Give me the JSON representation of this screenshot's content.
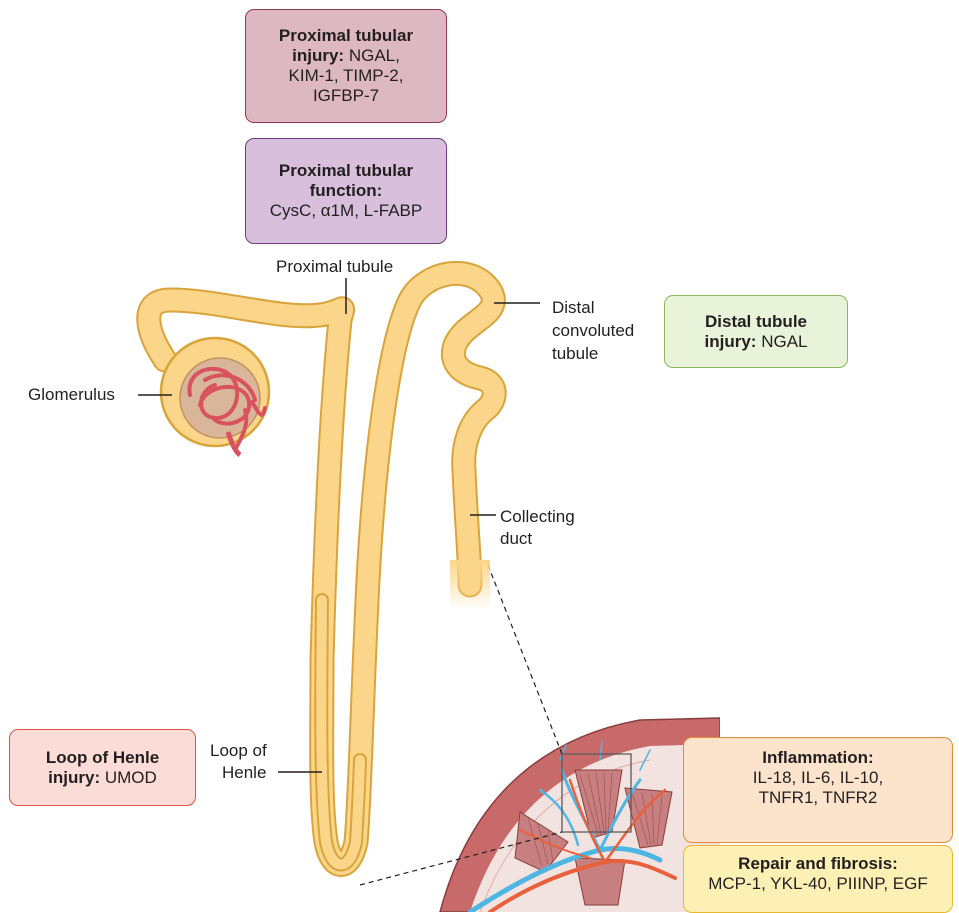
{
  "boxes": {
    "proximal_injury": {
      "title": "Proximal tubular injury:",
      "title_l1": "Proximal tubular",
      "title_l2": "injury:",
      "items_l1": "NGAL,",
      "items_l2": "KIM-1, TIMP-2,",
      "items_l3": "IGFBP-7"
    },
    "proximal_function": {
      "title_l1": "Proximal tubular",
      "title_l2": "function:",
      "items": "CysC, α1M, L-FABP"
    },
    "distal_injury": {
      "title_l1": "Distal tubule",
      "title_l2": "injury:",
      "items": "NGAL"
    },
    "henle_injury": {
      "title_l1": "Loop of Henle",
      "title_l2": "injury:",
      "items": "UMOD"
    },
    "inflammation": {
      "title": "Inflammation:",
      "items_l1": "IL-18, IL-6, IL-10,",
      "items_l2": "TNFR1, TNFR2"
    },
    "repair": {
      "title": "Repair and fibrosis:",
      "items": "MCP-1, YKL-40, PIIINP, EGF"
    }
  },
  "labels": {
    "proximal_tubule": "Proximal tubule",
    "distal_l1": "Distal",
    "distal_l2": "convoluted",
    "distal_l3": "tubule",
    "glomerulus": "Glomerulus",
    "collecting_l1": "Collecting",
    "collecting_l2": "duct",
    "henle_l1": "Loop of",
    "henle_l2": "Henle"
  },
  "colors": {
    "tubule_fill": "#fbd68a",
    "tubule_outline": "#d9a43a",
    "capillary": "#d8535f",
    "kidney_cortex": "#c96a6a",
    "vein": "#4fb6e4",
    "artery": "#e8613a"
  }
}
